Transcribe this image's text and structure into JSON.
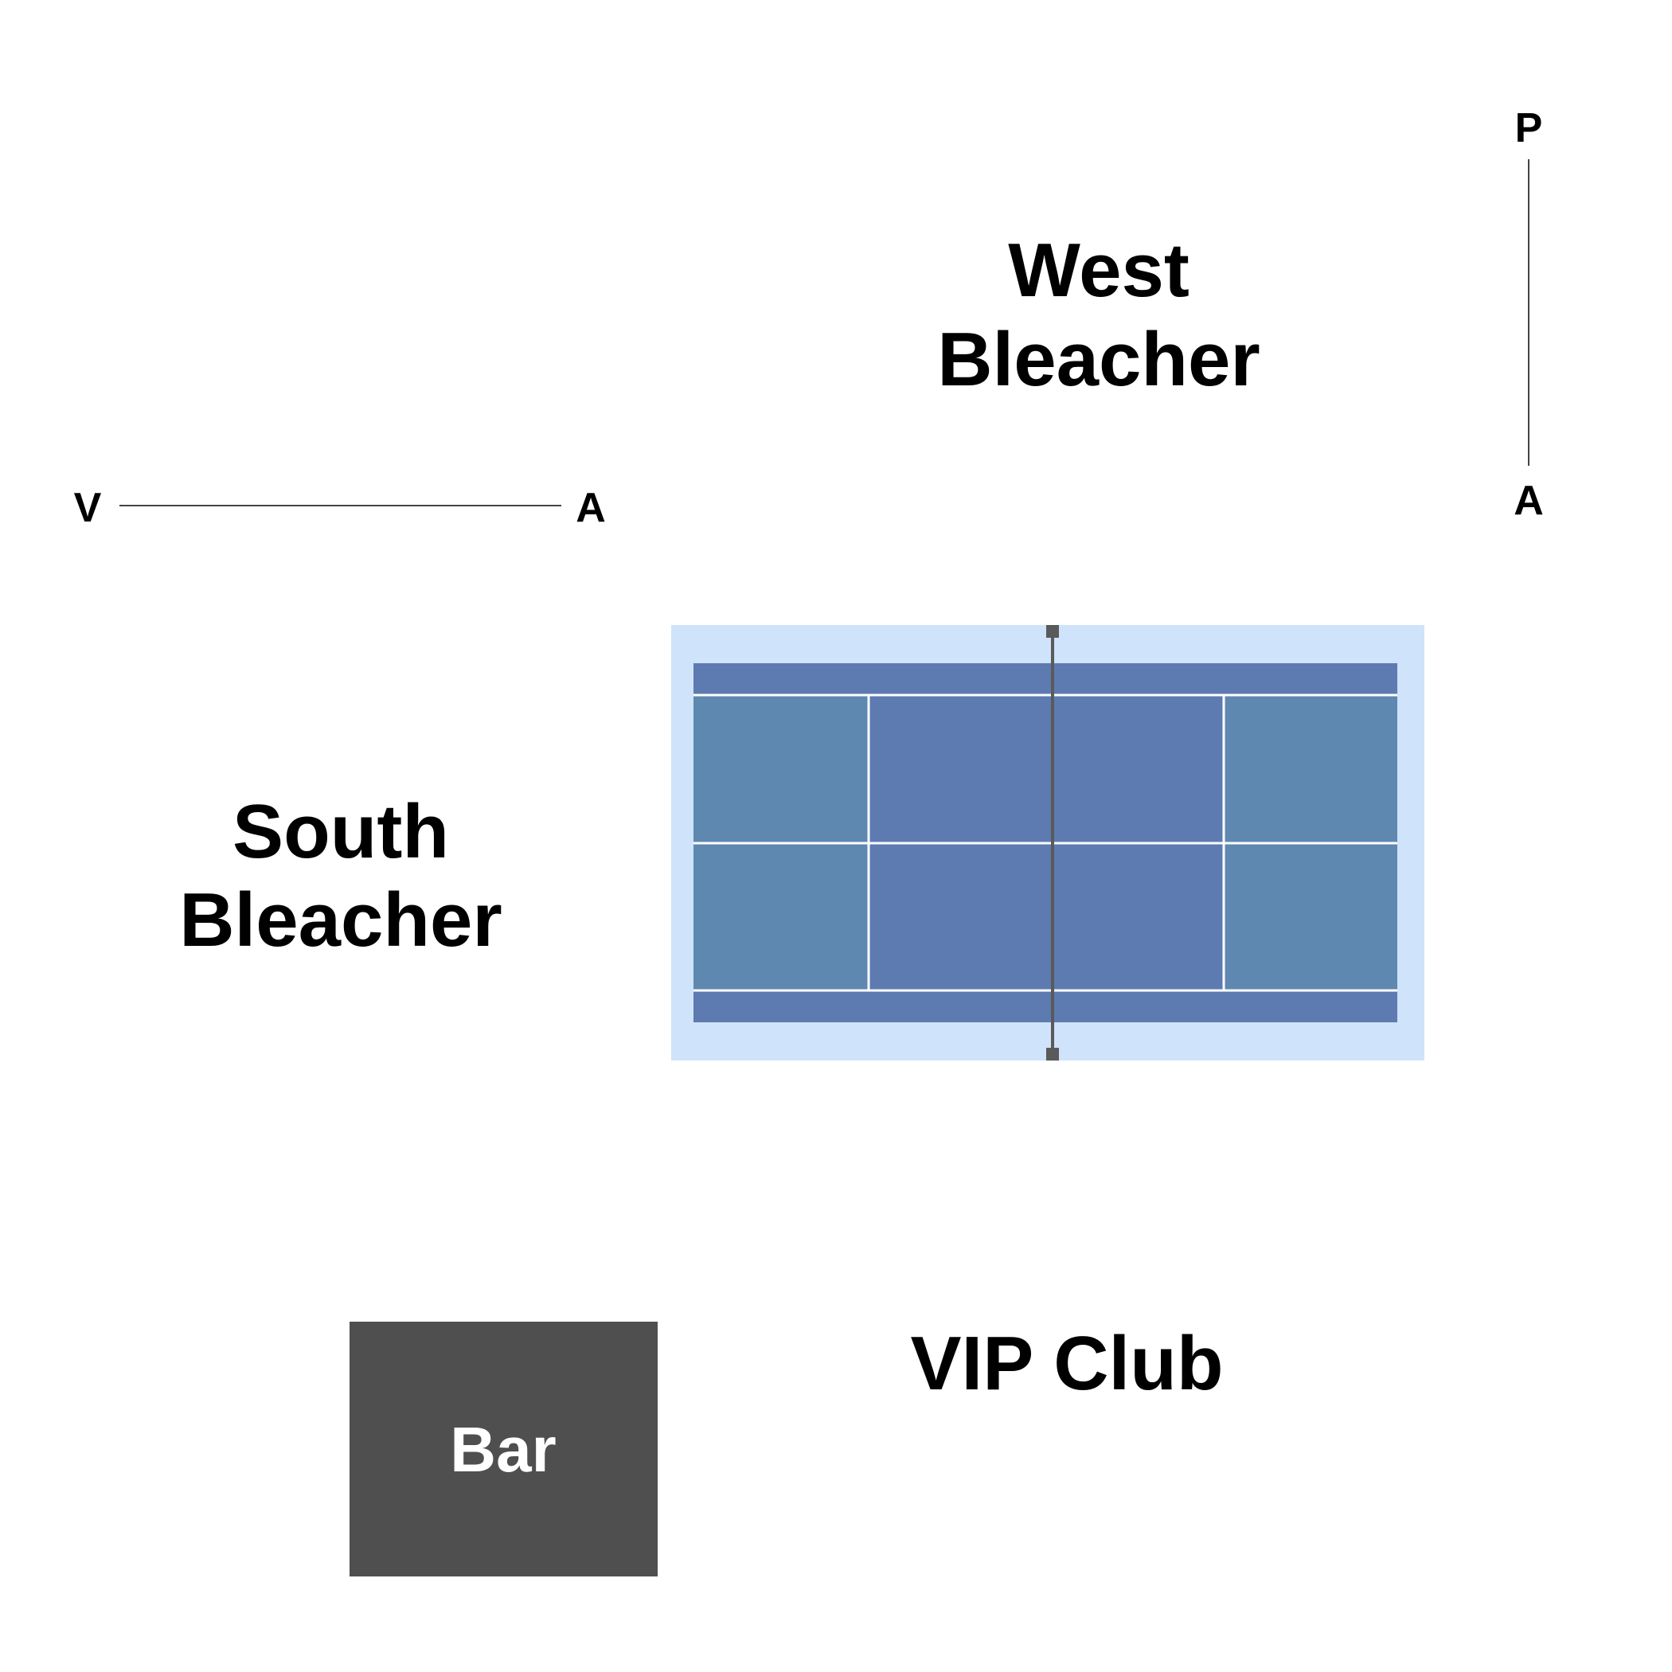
{
  "sections": {
    "west_bleacher": {
      "line1": "West",
      "line2": "Bleacher"
    },
    "south_bleacher": {
      "line1": "South",
      "line2": "Bleacher"
    },
    "vip_club": "VIP Club",
    "bar": "Bar"
  },
  "row_markers": {
    "horizontal": {
      "start": "V",
      "end": "A"
    },
    "vertical": {
      "start": "P",
      "end": "A"
    }
  },
  "colors": {
    "court_surround": "#cfe3fa",
    "court_doubles_alley": "#5d7bb0",
    "court_center": "#5d7bb0",
    "court_service_side": "#5f88b0",
    "court_lines": "#ffffff",
    "net": "#5a5a5a",
    "bar_fill": "#4f4f4f",
    "bar_text": "#ffffff",
    "label_text": "#000000"
  }
}
